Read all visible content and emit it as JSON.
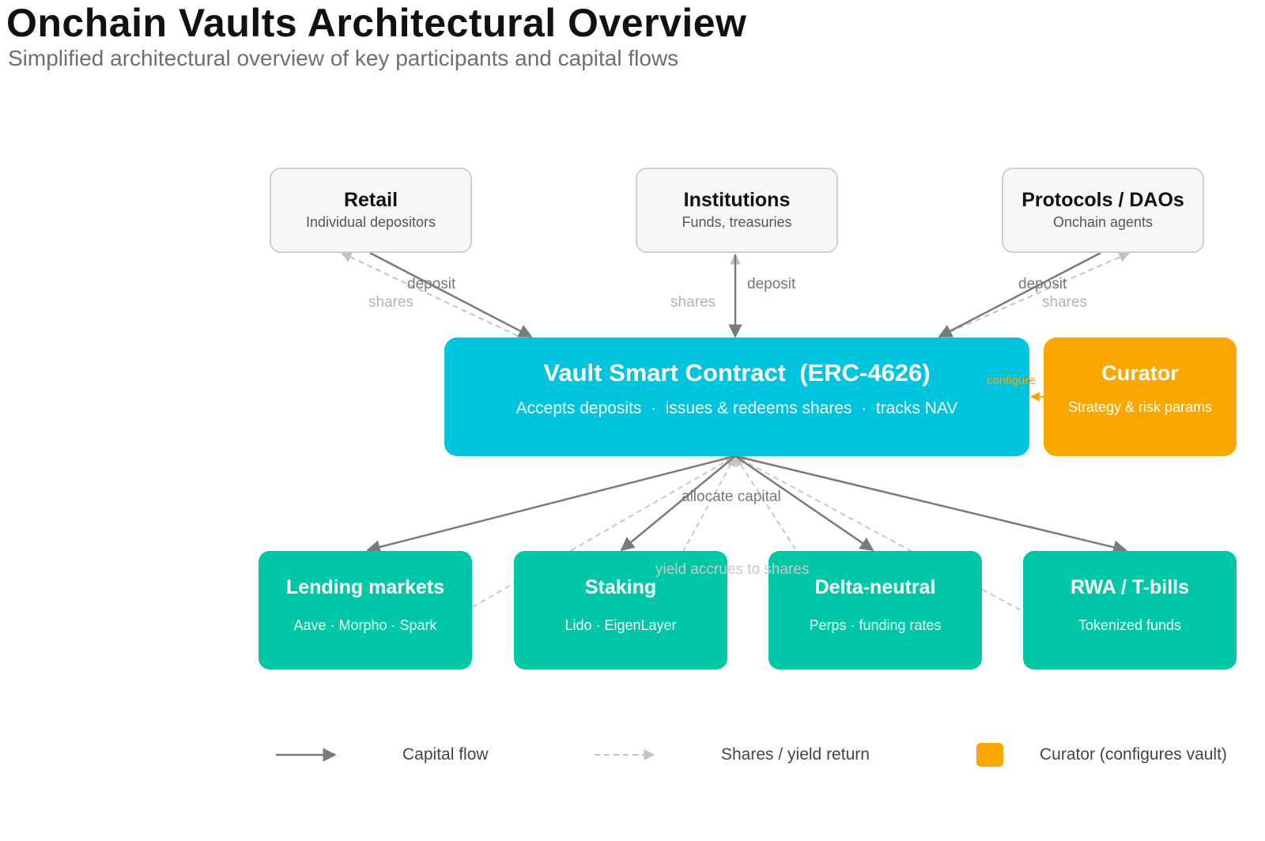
{
  "header": {
    "title": "Onchain Vaults Architectural Overview",
    "subtitle": "Simplified architectural overview of key participants and capital flows"
  },
  "participants": [
    {
      "name": "Retail",
      "desc": "Individual depositors"
    },
    {
      "name": "Institutions",
      "desc": "Funds, treasuries"
    },
    {
      "name": "Protocols / DAOs",
      "desc": "Onchain agents"
    }
  ],
  "vault": {
    "name": "Vault Smart Contract  (ERC-4626)",
    "desc": "Accepts deposits  ·  issues & redeems shares  ·  tracks NAV"
  },
  "curator": {
    "name": "Curator",
    "desc": "Strategy & risk params"
  },
  "strategies": [
    {
      "name": "Lending markets",
      "desc": "Aave · Morpho · Spark"
    },
    {
      "name": "Staking",
      "desc": "Lido · EigenLayer"
    },
    {
      "name": "Delta-neutral",
      "desc": "Perps · funding rates"
    },
    {
      "name": "RWA / T-bills",
      "desc": "Tokenized funds"
    }
  ],
  "flow_labels": {
    "deposit": "deposit",
    "shares": "shares",
    "configure": "configure",
    "allocate": "allocate capital",
    "yield": "yield accrues to shares"
  },
  "legend": {
    "capital_flow": "Capital flow",
    "shares_yield": "Shares / yield return",
    "curator": "Curator (configures vault)"
  },
  "colors": {
    "vault": "#00c4de",
    "curator": "#fca600",
    "strategy": "#00c8a6",
    "participant_bg": "#f7f7f7",
    "solid_arrow": "#7a7a7a",
    "dashed_arrow": "#c2c2c2"
  }
}
